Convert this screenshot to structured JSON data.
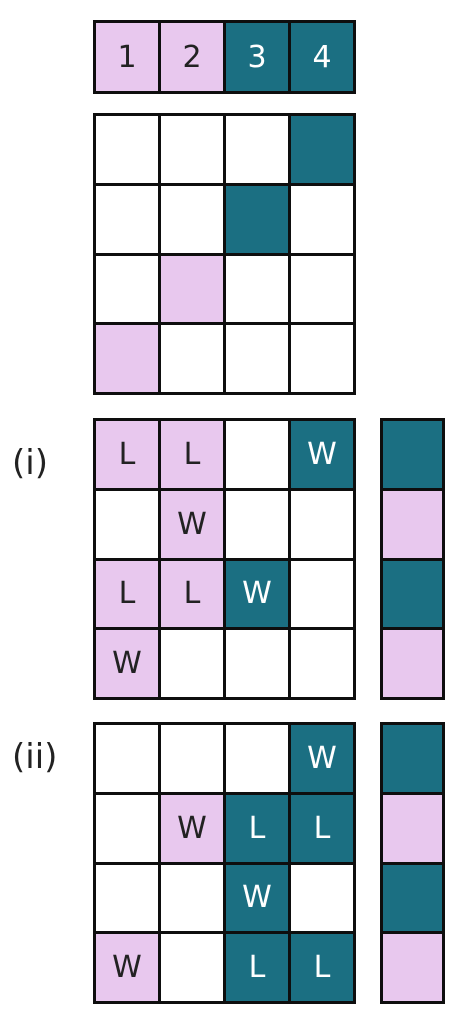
{
  "colors": {
    "pink": "#e8c8ee",
    "teal": "#1b6f82",
    "white": "#ffffff",
    "border": "#0e0e0e"
  },
  "header": {
    "cells": [
      {
        "text": "1",
        "color": "p"
      },
      {
        "text": "2",
        "color": "p"
      },
      {
        "text": "3",
        "color": "t"
      },
      {
        "text": "4",
        "color": "t"
      }
    ]
  },
  "grid_main": {
    "cells": [
      [
        "w",
        "w",
        "w",
        "t"
      ],
      [
        "w",
        "w",
        "t",
        "w"
      ],
      [
        "w",
        "p",
        "w",
        "w"
      ],
      [
        "p",
        "w",
        "w",
        "w"
      ]
    ]
  },
  "panel_i": {
    "label": "(i)",
    "cells": [
      [
        {
          "c": "p",
          "t": "L"
        },
        {
          "c": "p",
          "t": "L"
        },
        {
          "c": "w",
          "t": ""
        },
        {
          "c": "t",
          "t": "W"
        }
      ],
      [
        {
          "c": "w",
          "t": ""
        },
        {
          "c": "p",
          "t": "W"
        },
        {
          "c": "w",
          "t": ""
        },
        {
          "c": "w",
          "t": ""
        }
      ],
      [
        {
          "c": "p",
          "t": "L"
        },
        {
          "c": "p",
          "t": "L"
        },
        {
          "c": "t",
          "t": "W"
        },
        {
          "c": "w",
          "t": ""
        }
      ],
      [
        {
          "c": "p",
          "t": "W"
        },
        {
          "c": "w",
          "t": ""
        },
        {
          "c": "w",
          "t": ""
        },
        {
          "c": "w",
          "t": ""
        }
      ]
    ],
    "side": [
      "t",
      "p",
      "t",
      "p"
    ]
  },
  "panel_ii": {
    "label": "(ii)",
    "cells": [
      [
        {
          "c": "w",
          "t": ""
        },
        {
          "c": "w",
          "t": ""
        },
        {
          "c": "w",
          "t": ""
        },
        {
          "c": "t",
          "t": "W"
        }
      ],
      [
        {
          "c": "w",
          "t": ""
        },
        {
          "c": "p",
          "t": "W"
        },
        {
          "c": "t",
          "t": "L"
        },
        {
          "c": "t",
          "t": "L"
        }
      ],
      [
        {
          "c": "w",
          "t": ""
        },
        {
          "c": "w",
          "t": ""
        },
        {
          "c": "t",
          "t": "W"
        },
        {
          "c": "w",
          "t": ""
        }
      ],
      [
        {
          "c": "p",
          "t": "W"
        },
        {
          "c": "w",
          "t": ""
        },
        {
          "c": "t",
          "t": "L"
        },
        {
          "c": "t",
          "t": "L"
        }
      ]
    ],
    "side": [
      "t",
      "p",
      "t",
      "p"
    ]
  }
}
